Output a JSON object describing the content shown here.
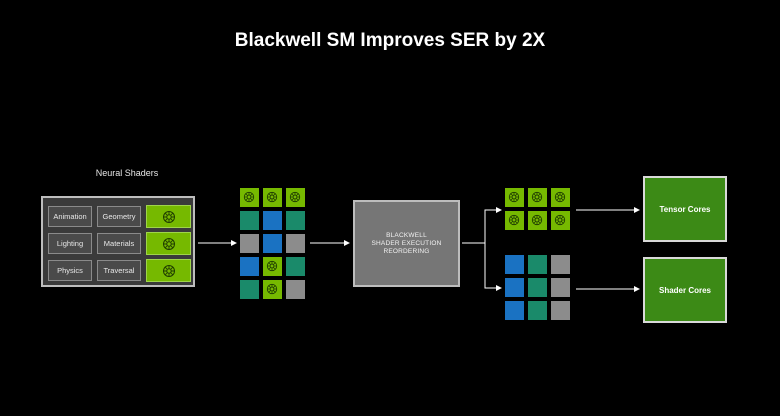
{
  "title": "Blackwell SM Improves SER by 2X",
  "neural_shaders": {
    "label": "Neural Shaders",
    "cells": [
      "Animation",
      "Geometry",
      "Lighting",
      "Materials",
      "Physics",
      "Traversal"
    ]
  },
  "ser_box": {
    "line1": "BLACKWELL",
    "line2": "SHADER EXECUTION",
    "line3": "REORDERING"
  },
  "outputs": {
    "tensor": "Tensor Cores",
    "shader": "Shader Cores"
  },
  "colors": {
    "nvidia_green": "#76b900",
    "teal": "#1a8a6a",
    "blue": "#1a72c2",
    "gray": "#8c8c8c",
    "output_green": "#3c8a16"
  },
  "icon": "chip-icon",
  "mixed_grid": [
    [
      "chip",
      "chip",
      "chip"
    ],
    [
      "teal",
      "blue",
      "teal"
    ],
    [
      "gray",
      "blue",
      "gray"
    ],
    [
      "blue",
      "chip",
      "teal"
    ],
    [
      "teal",
      "chip",
      "gray"
    ]
  ],
  "tensor_grid": [
    [
      "chip",
      "chip",
      "chip"
    ],
    [
      "chip",
      "chip",
      "chip"
    ]
  ],
  "shader_grid": [
    [
      "blue",
      "teal",
      "gray"
    ],
    [
      "blue",
      "teal",
      "gray"
    ],
    [
      "blue",
      "teal",
      "gray"
    ]
  ]
}
